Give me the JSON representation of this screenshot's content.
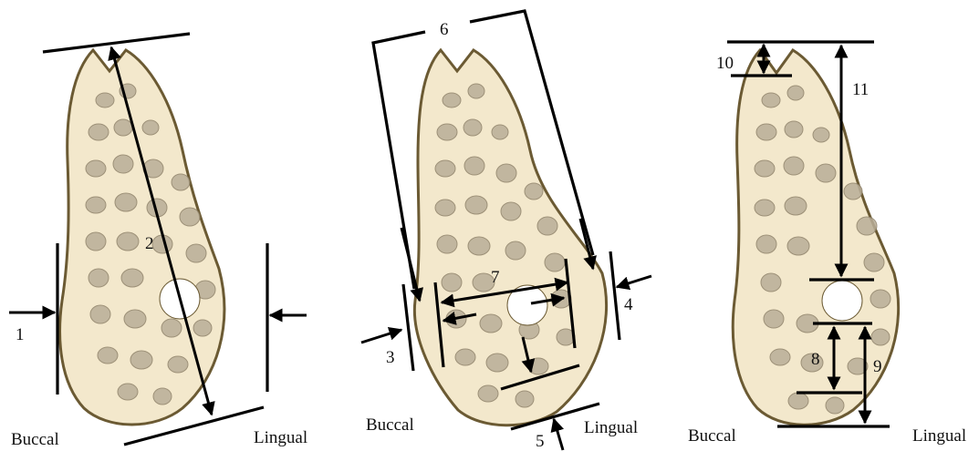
{
  "panels": [
    {
      "id": "panel-1",
      "buccal_label": "Buccal",
      "lingual_label": "Lingual",
      "measurements": [
        "1",
        "2"
      ]
    },
    {
      "id": "panel-2",
      "buccal_label": "Buccal",
      "lingual_label": "Lingual",
      "measurements": [
        "3",
        "4",
        "5",
        "6",
        "7"
      ]
    },
    {
      "id": "panel-3",
      "buccal_label": "Buccal",
      "lingual_label": "Lingual",
      "measurements": [
        "8",
        "9",
        "10",
        "11"
      ]
    }
  ],
  "colors": {
    "section_fill": "#f3e8cc",
    "section_outline": "#6b5a33",
    "lines": "#000000"
  }
}
